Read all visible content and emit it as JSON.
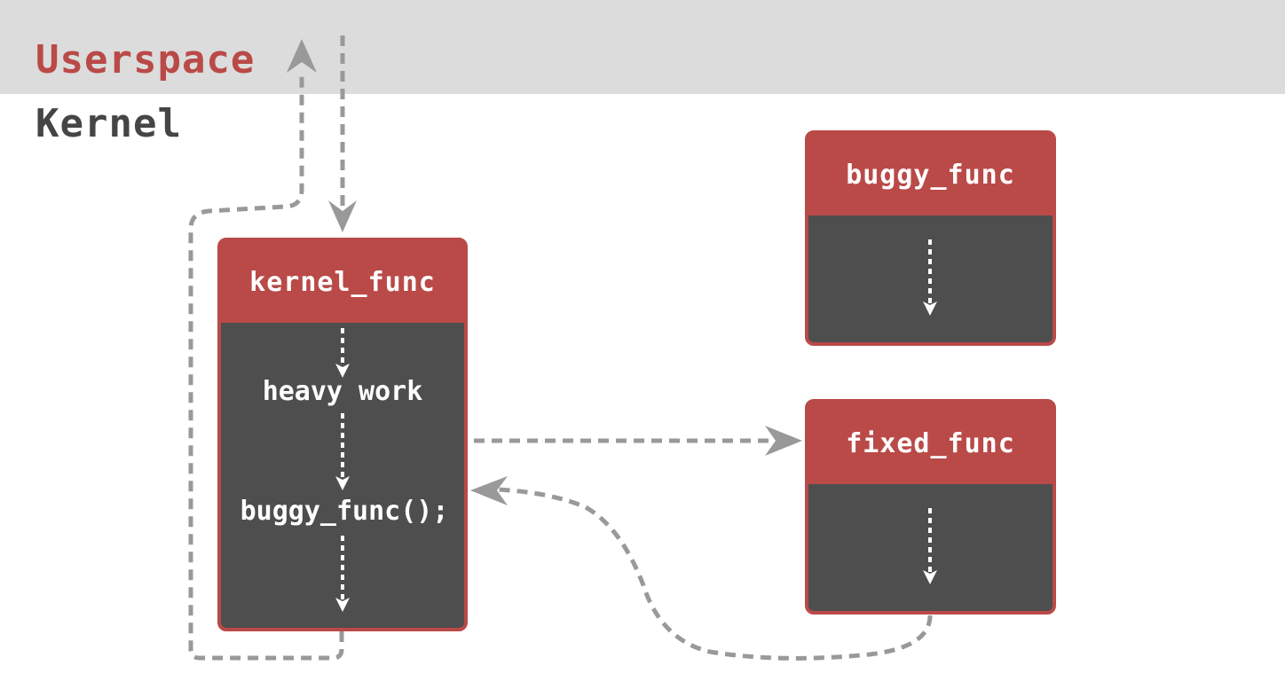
{
  "regions": {
    "userspace": "Userspace",
    "kernel": "Kernel"
  },
  "kernel_func": {
    "title": "kernel_func",
    "step1": "heavy work",
    "step2": "buggy_func();"
  },
  "buggy_func": {
    "title": "buggy_func"
  },
  "fixed_func": {
    "title": "fixed_func"
  },
  "colors": {
    "accent": "#b94a48",
    "box_body": "#4e4e4e",
    "userspace_band": "#dcdcdc",
    "arrow": "#999999",
    "inner_arrow": "#ffffff",
    "kernel_label": "#454545"
  }
}
